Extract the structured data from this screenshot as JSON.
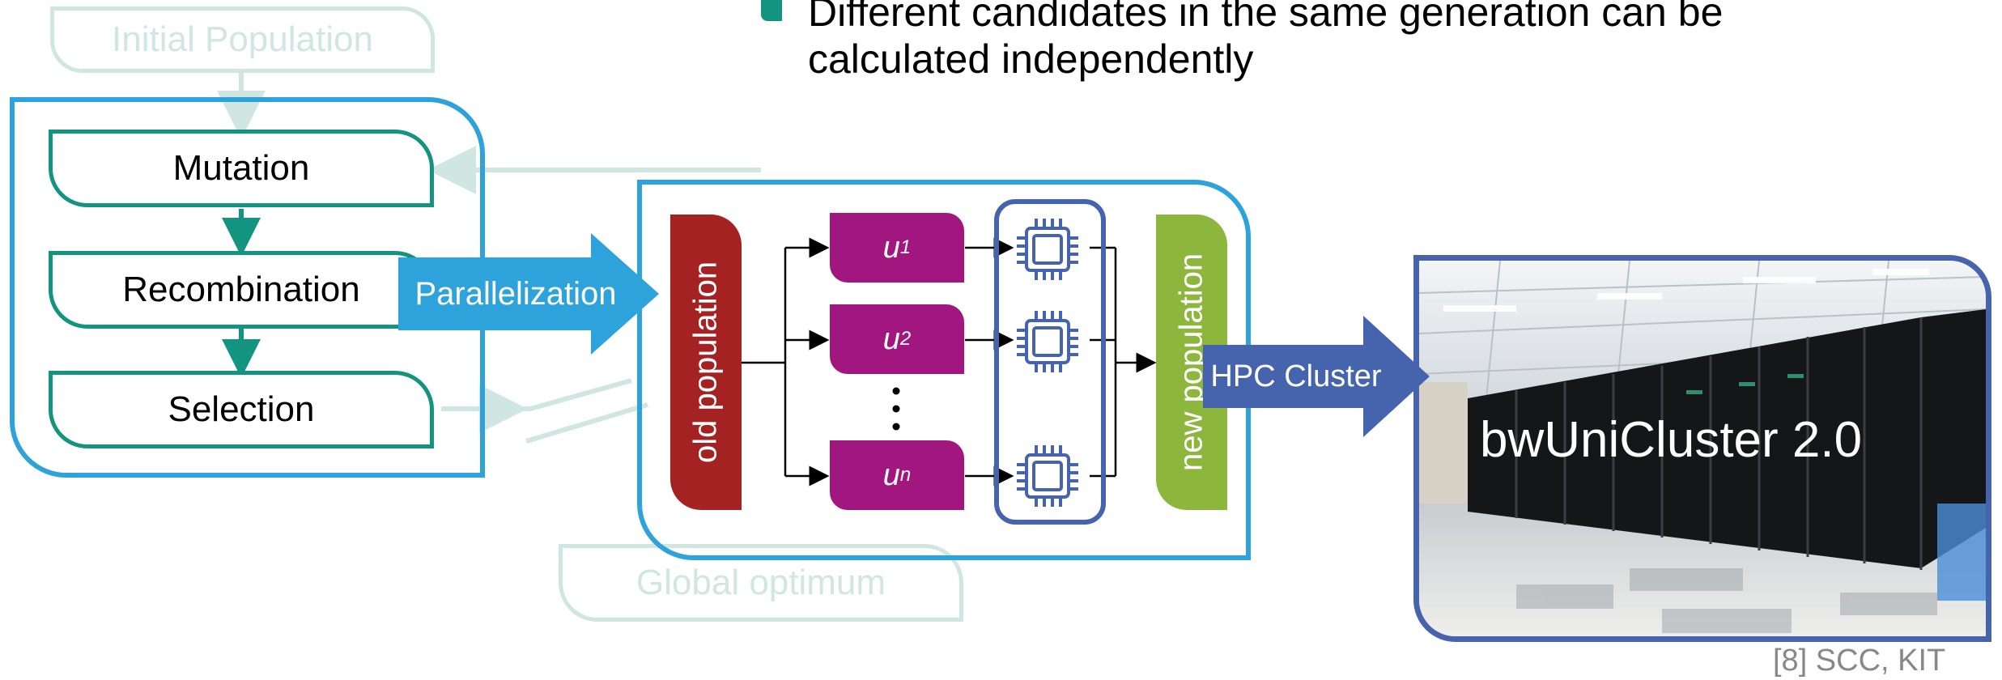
{
  "bullet": {
    "line1": "Different candidates in the same generation can be",
    "line2": "calculated independently"
  },
  "flow": {
    "initial": "Initial Population",
    "mutation": "Mutation",
    "recombination": "Recombination",
    "selection": "Selection",
    "global": "Global optimum"
  },
  "arrows": {
    "parallel": "Parallelization",
    "hpc": "HPC Cluster"
  },
  "parallel": {
    "old": "old population",
    "new": "new population",
    "u_var": "u",
    "units": [
      {
        "sub": "1"
      },
      {
        "sub": "2"
      },
      {
        "sub": "n"
      }
    ]
  },
  "cluster": {
    "title": "bwUniCluster 2.0",
    "credit": "[8] SCC, KIT"
  },
  "colors": {
    "teal": "#139480",
    "blue": "#2ea3db",
    "navy": "#4664ad",
    "darkred": "#a52222",
    "magenta": "#a1167f",
    "green": "#8cb63c"
  }
}
